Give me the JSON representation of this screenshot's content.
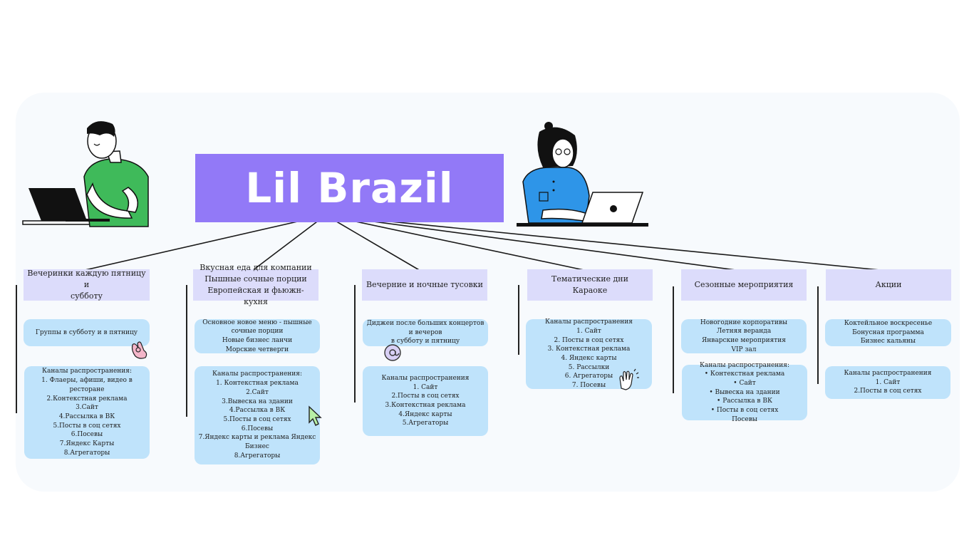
{
  "title": "Lil Brazil",
  "columns": [
    {
      "category": "Вечеринки каждую пятницу и\nсубботу",
      "card1": "Группы в субботу и в пятницу",
      "card2": "Каналы распространения:\n1. Флаеры, афиши, видео в ресторане\n2.Контекстная реклама\n3.Сайт\n4.Рассылка в ВК\n5.Посты в соц сетях\n6.Посевы\n7.Яндекс Карты\n8.Агрегаторы"
    },
    {
      "category": "Вкусная еда для компании\nПышные сочные порции\nЕвропейская и фьюжн-кухня",
      "card1": "Основное новое меню - пышные\nсочные порции\nНовые бизнес ланчи\nМорские четверги",
      "card2": "Каналы распространения:\n1. Контекстная реклама\n2.Сайт\n3.Вывеска на здании\n4.Рассылка в ВК\n5.Посты в соц сетях\n6.Посевы\n7.Яндекс карты и реклама Яндекс Бизнес\n8.Агрегаторы"
    },
    {
      "category": "Вечерние и ночные тусовки",
      "card1": "Диджеи после больших концертов и вечеров\nв субботу и пятницу",
      "card2": "Каналы распространения\n1. Сайт\n2.Посты в соц сетях\n3.Контекстная реклама\n4.Яндекс карты\n5.Агрегаторы"
    },
    {
      "category": "Тематические дни\nКараоке",
      "card1": "Каналы распространения\n1. Сайт\n2. Посты в соц сетях\n3. Контекстная реклама\n4. Яндекс карты\n5. Рассылки\n6. Агрегаторы\n7. Посевы"
    },
    {
      "category": "Сезонные мероприятия",
      "card1": "Новогодние корпоративы\nЛетняя веранда\nЯнварские мероприятия\nVIP зал",
      "card2": "Каналы распространения:\n• Контекстная реклама\n• Сайт\n• Вывеска на здании\n• Рассылка в ВК\n• Посты в соц сетях\nПосевы"
    },
    {
      "category": "Акции",
      "card1": "Коктейльное воскресенье\nБонусная программа\nБизнес кальяны",
      "card2": "Каналы распространения\n1. Сайт\n2.Посты в соц сетях"
    }
  ]
}
